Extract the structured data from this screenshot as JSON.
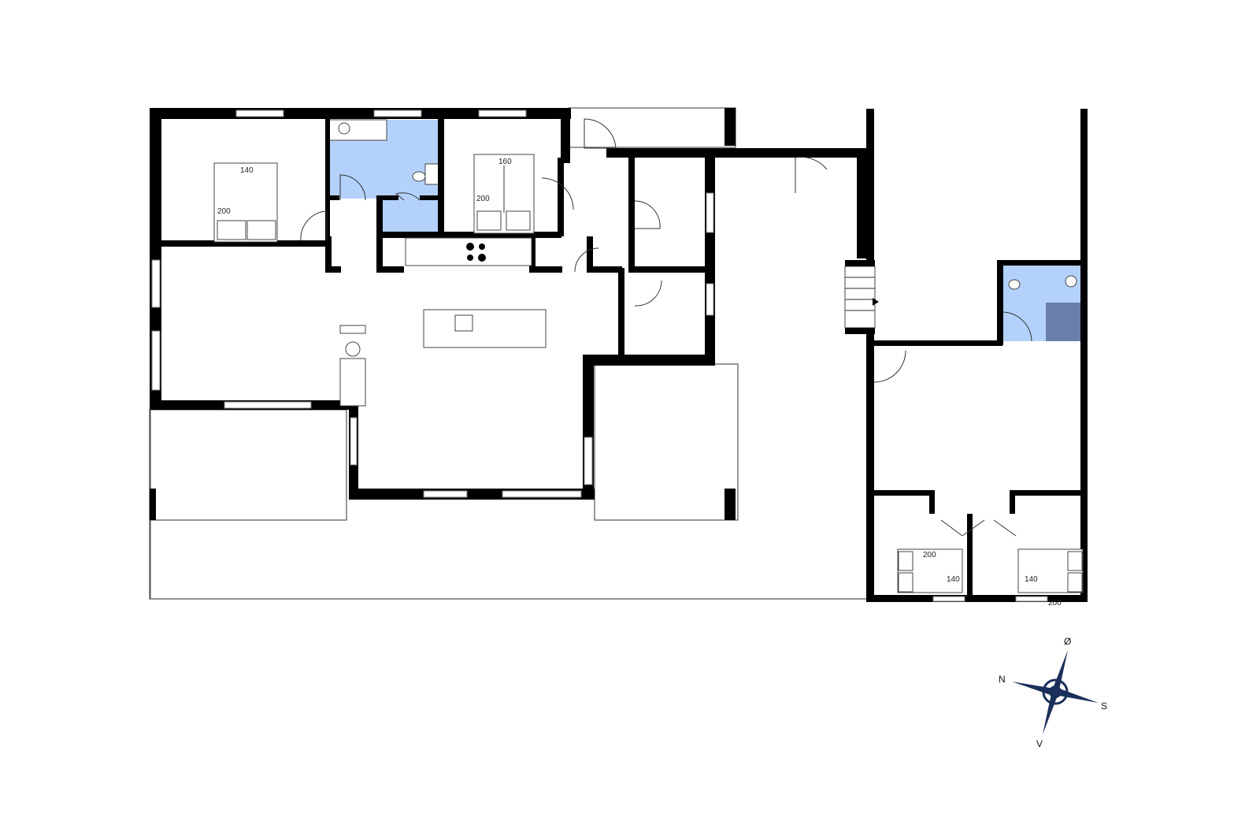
{
  "floor_plan": {
    "colors": {
      "wall": "#000000",
      "bathroom": "#b3d1fb",
      "shower": "#6b7fae",
      "compass": "#1a2f5a"
    },
    "beds": [
      {
        "room": "bedroom-1",
        "width_label": "140",
        "length_label": "200"
      },
      {
        "room": "bedroom-2",
        "width_label": "160",
        "length_label": "200"
      },
      {
        "room": "bedroom-3",
        "width_label": "140",
        "length_label": "200"
      },
      {
        "room": "bedroom-4",
        "width_label": "140",
        "length_label": "200"
      }
    ]
  },
  "compass": {
    "north": "N",
    "south": "S",
    "east": "Ø",
    "west": "V"
  }
}
